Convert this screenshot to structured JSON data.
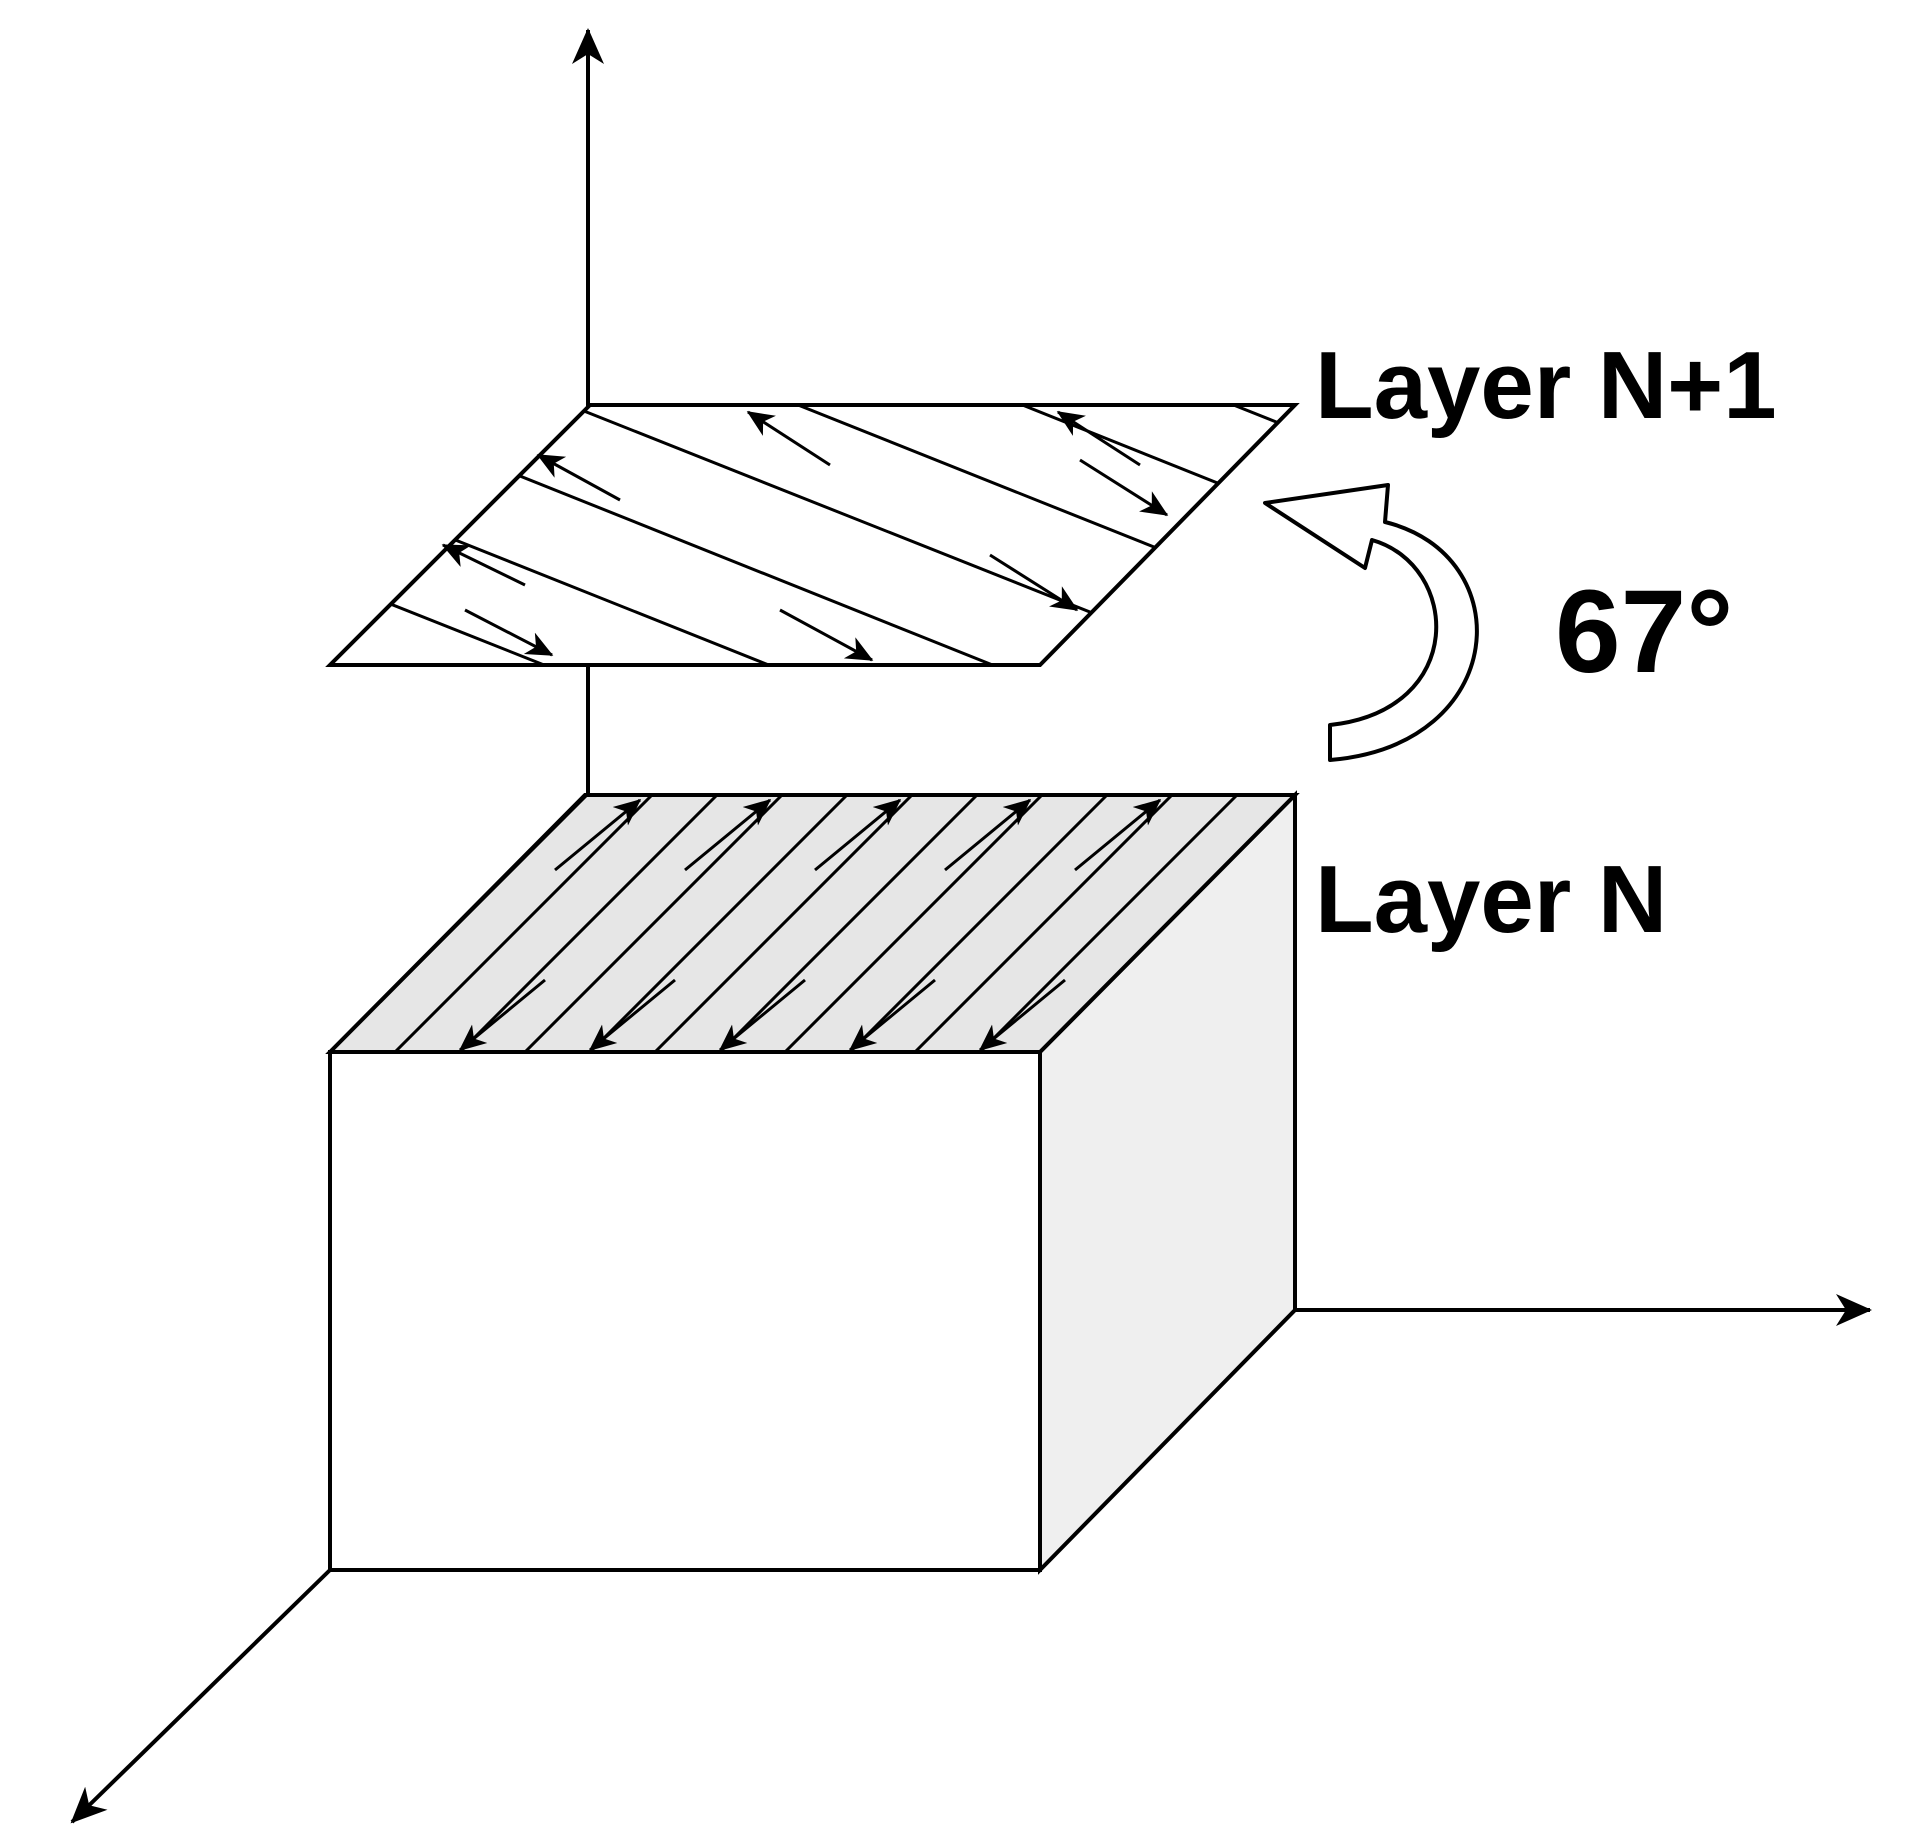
{
  "labels": {
    "layer_top": "Layer N+1",
    "layer_bottom": "Layer N",
    "rotation_angle": "67°"
  },
  "colors": {
    "stroke": "#000000",
    "face_white": "#ffffff",
    "face_grey": "#e6e6e6",
    "side_grey": "#eeeeee"
  }
}
